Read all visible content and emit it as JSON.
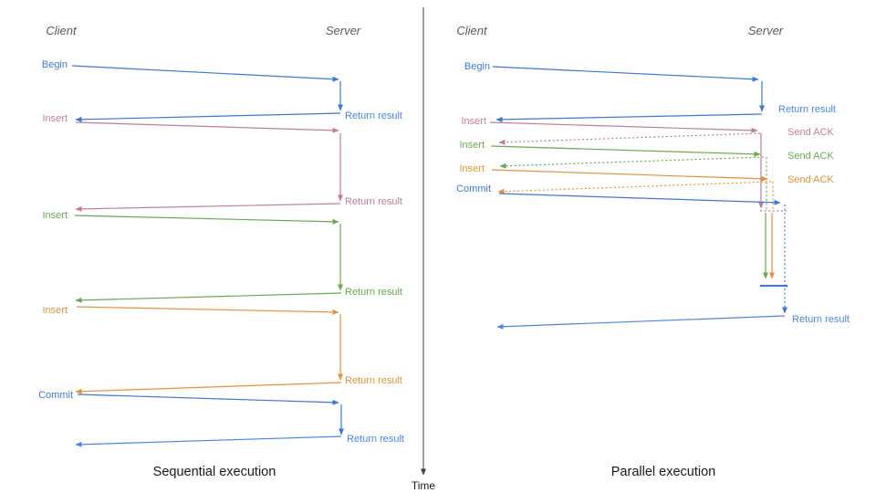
{
  "palette": {
    "blue": "#3c78d8",
    "blue_light": "#4a86e8",
    "pink": "#c27ba0",
    "green": "#6aa84f",
    "orange": "#e69138",
    "header_gray": "#595959",
    "axis_gray": "#404040",
    "text_black": "#1a1a1a"
  },
  "time_axis": {
    "label": "Time"
  },
  "sequential": {
    "caption": "Sequential execution",
    "client_header": "Client",
    "server_header": "Server",
    "rows": [
      {
        "op": "Begin",
        "result": "Return result"
      },
      {
        "op": "Insert",
        "result": "Return result"
      },
      {
        "op": "Insert",
        "result": "Return result"
      },
      {
        "op": "Insert",
        "result": "Return result"
      },
      {
        "op": "Commit",
        "result": "Return result"
      }
    ]
  },
  "parallel": {
    "caption": "Parallel execution",
    "client_header": "Client",
    "server_header": "Server",
    "rows": [
      {
        "op": "Begin",
        "response": "Return result"
      },
      {
        "op": "Insert",
        "response": "Send ACK"
      },
      {
        "op": "Insert",
        "response": "Send ACK"
      },
      {
        "op": "Insert",
        "response": "Send ACK"
      },
      {
        "op": "Commit"
      }
    ],
    "final_result": "Return result"
  }
}
